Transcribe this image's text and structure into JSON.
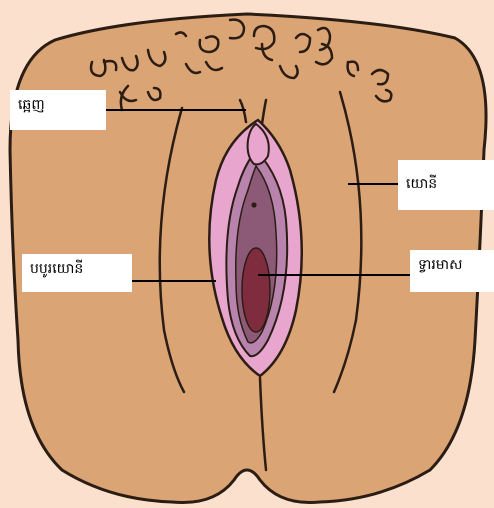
{
  "diagram": {
    "labels": {
      "clitoris": "ឆ្អេញ",
      "vulva": "យោនី",
      "labia": "បបូរយោនី",
      "vaginal_opening": "ទ្វារមាស"
    },
    "colors": {
      "background": "#fbe0cd",
      "skin": "#dba474",
      "outline": "#2b1d14",
      "labia_outer": "#e8a6cf",
      "labia_middle": "#b883ad",
      "inner": "#8c5977",
      "opening": "#7f2d3e",
      "callout_line": "#000000",
      "label_box": "#ffffff"
    }
  }
}
